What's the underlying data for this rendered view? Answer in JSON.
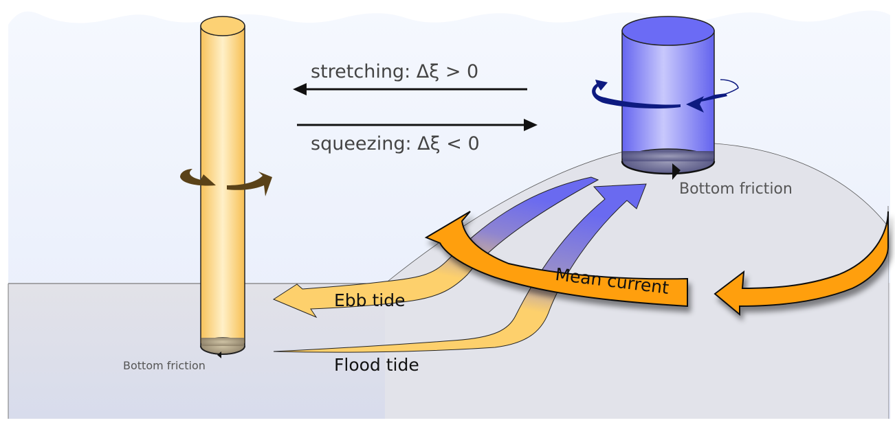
{
  "diagram": {
    "stretching_label": "stretching: Δξ  > 0",
    "squeezing_label": "squeezing: Δξ  < 0",
    "bottom_friction_right": "Bottom friction",
    "bottom_friction_left": "Bottom friction",
    "ebb_tide_label": "Ebb tide",
    "flood_tide_label": "Flood tide",
    "mean_current_label": "Mean current"
  },
  "colors": {
    "sky_top": "#f4f7fd",
    "water": "#e8eefb",
    "seabed": "#dfe0e8",
    "tall_column": "#fcd174",
    "short_column": "#6b6bf5",
    "tall_rotation_arrow": "#5a4218",
    "short_rotation_arrow": "#0d1a80",
    "mean_current": "#ff9f0a",
    "tide_arrow": "#fdd06c",
    "tide_arrow_blue": "#6a6af0"
  },
  "icons": {
    "stretching_arrow": "arrow-left-icon",
    "squeezing_arrow": "arrow-right-icon",
    "tall_rotation": "rotation-arrow-icon",
    "short_rotation": "rotation-arrow-icon"
  }
}
